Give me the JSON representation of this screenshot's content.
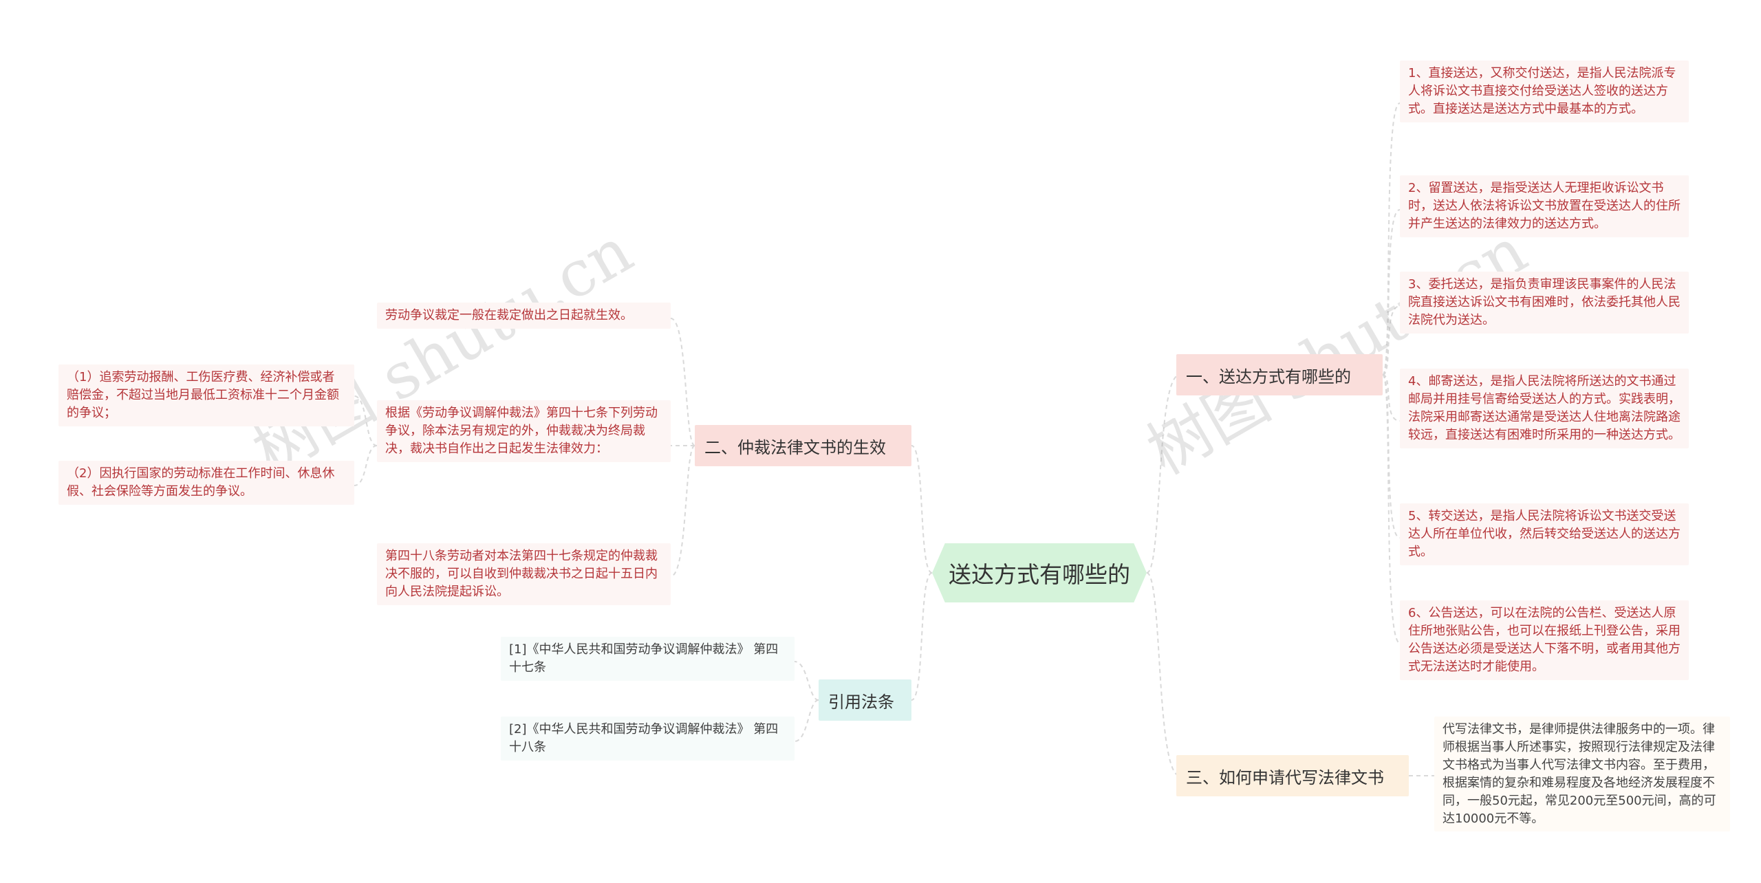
{
  "root": {
    "title": "送达方式有哪些的"
  },
  "branches": {
    "methods": {
      "label": "一、送达方式有哪些的",
      "items": [
        "1、直接送达，又称交付送达，是指人民法院派专人将诉讼文书直接交付给受送达人签收的送达方式。直接送达是送达方式中最基本的方式。",
        "2、留置送达，是指受送达人无理拒收诉讼文书时，送达人依法将诉讼文书放置在受送达人的住所并产生送达的法律效力的送达方式。",
        "3、委托送达，是指负责审理该民事案件的人民法院直接送达诉讼文书有困难时，依法委托其他人民法院代为送达。",
        "4、邮寄送达，是指人民法院将所送达的文书通过邮局并用挂号信寄给受送达人的方式。实践表明，法院采用邮寄送达通常是受送达人住地离法院路途较远，直接送达有困难时所采用的一种送达方式。",
        "5、转交送达，是指人民法院将诉讼文书送交受送达人所在单位代收，然后转交给受送达人的送达方式。",
        "6、公告送达，可以在法院的公告栏、受送达人原住所地张贴公告，也可以在报纸上刊登公告，采用公告送达必须是受送达人下落不明，或者用其他方式无法送达时才能使用。"
      ]
    },
    "entrust": {
      "label": "三、如何申请代写法律文书",
      "note": "代写法律文书，是律师提供法律服务中的一项。律师根据当事人所述事实，按照现行法律规定及法律文书格式为当事人代写法律文书内容。至于费用，根据案情的复杂和难易程度及各地经济发展程度不同，一般50元起，常见200元至500元间，高的可达10000元不等。"
    },
    "arbitration": {
      "label": "二、仲裁法律文书的生效",
      "items": [
        "劳动争议裁定一般在裁定做出之日起就生效。",
        "根据《劳动争议调解仲裁法》第四十七条下列劳动争议，除本法另有规定的外，仲裁裁决为终局裁决，裁决书自作出之日起发生法律效力：",
        "第四十八条劳动者对本法第四十七条规定的仲裁裁决不服的，可以自收到仲裁裁决书之日起十五日内向人民法院提起诉讼。"
      ],
      "subitems": [
        "（1）追索劳动报酬、工伤医疗费、经济补偿或者赔偿金，不超过当地月最低工资标准十二个月金额的争议；",
        "（2）因执行国家的劳动标准在工作时间、休息休假、社会保险等方面发生的争议。"
      ]
    },
    "citations": {
      "label": "引用法条",
      "items": [
        "[1]《中华人民共和国劳动争议调解仲裁法》 第四十七条",
        "[2]《中华人民共和国劳动争议调解仲裁法》 第四十八条"
      ]
    }
  },
  "watermarks": [
    "树图 shutu.cn",
    "树图 shutu.cn"
  ],
  "colors": {
    "root_bg": "#d5f3da",
    "pink_branch": "#fadedb",
    "cyan_branch": "#dbf3f0",
    "cream_branch": "#fdf0df",
    "leaf_text_red": "#b5363a",
    "line": "#dddddd"
  }
}
